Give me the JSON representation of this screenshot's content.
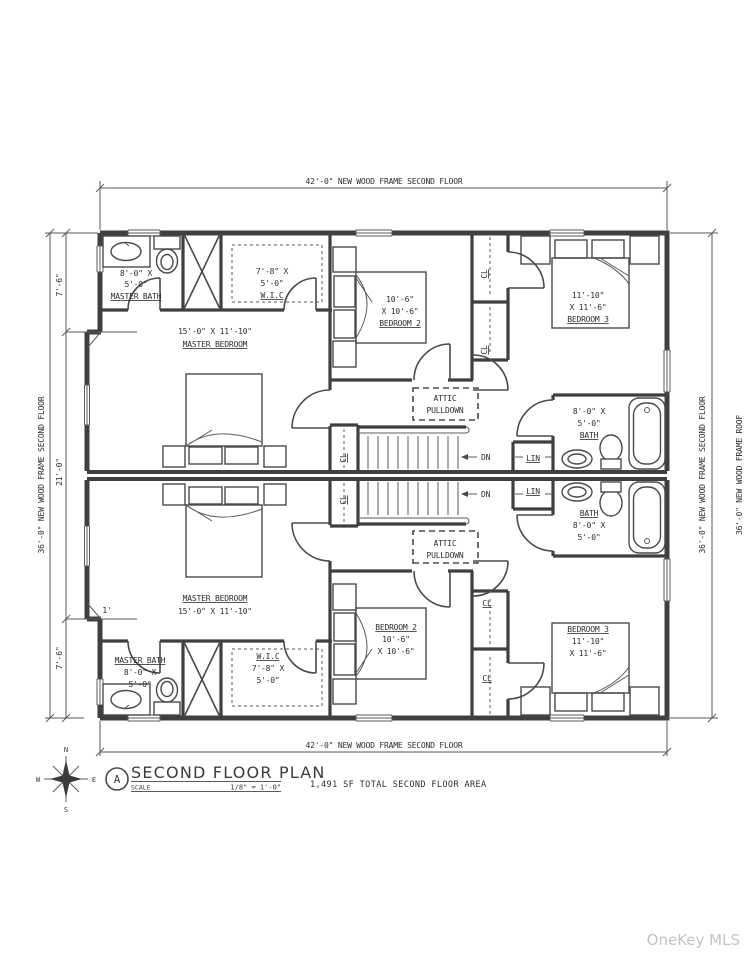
{
  "watermark": "OneKey MLS",
  "title_block": {
    "detail_letter": "A",
    "title": "SECOND FLOOR PLAN",
    "scale_label": "SCALE",
    "scale_value": "1/8\" = 1'-0\"",
    "area_note": "1,491 SF TOTAL SECOND FLOOR AREA"
  },
  "compass": {
    "north": "N",
    "south": "S",
    "east": "E",
    "west": "W"
  },
  "dimensions": {
    "top": "42'-0\" NEW WOOD FRAME SECOND FLOOR",
    "bottom": "42'-0\" NEW WOOD FRAME SECOND FLOOR",
    "left_outer": "36'-0\" NEW WOOD FRAME SECOND FLOOR",
    "left_seg_top": "7'-6\"",
    "left_seg_middle": "21'-0\"",
    "left_seg_bottom": "7'-6\"",
    "bay_depth": "1'",
    "right_outer": "36'-0\" NEW WOOD FRAME SECOND FLOOR",
    "right_roof": "36'-0\" NEW WOOD FRAME ROOF"
  },
  "unit_top": {
    "master_bath": [
      "8'-0\" X",
      "5'-0\"",
      "MASTER BATH"
    ],
    "wic": [
      "7'-8\" X",
      "5'-0\"",
      "W.I.C"
    ],
    "master_bedroom": [
      "15'-0\" X 11'-10\"",
      "MASTER BEDROOM"
    ],
    "bedroom2": [
      "10'-6\"",
      "X 10'-6\"",
      "BEDROOM 2"
    ],
    "bedroom3": [
      "11'-10\"",
      "X 11'-6\"",
      "BEDROOM 3"
    ],
    "bath": [
      "8'-0\" X",
      "5'-0\"",
      "BATH"
    ],
    "attic": [
      "ATTIC",
      "PULLDOWN"
    ],
    "stairs_down": "DN",
    "linen": "LIN",
    "closet": "CL"
  },
  "unit_bottom": {
    "master_bedroom": [
      "MASTER BEDROOM",
      "15'-0\" X 11'-10\""
    ],
    "master_bath": [
      "MASTER BATH",
      "8'-0\" X",
      "5'-0\""
    ],
    "wic": [
      "W.I.C",
      "7'-8\" X",
      "5'-0\""
    ],
    "bedroom2": [
      "BEDROOM 2",
      "10'-6\"",
      "X 10'-6\""
    ],
    "bedroom3": [
      "BEDROOM 3",
      "11'-10\"",
      "X 11'-6\""
    ],
    "bath": [
      "BATH",
      "8'-0\" X",
      "5'-0\""
    ],
    "attic": [
      "ATTIC",
      "PULLDOWN"
    ],
    "stairs_down": "DN",
    "linen": "LIN",
    "closet": "CL"
  }
}
